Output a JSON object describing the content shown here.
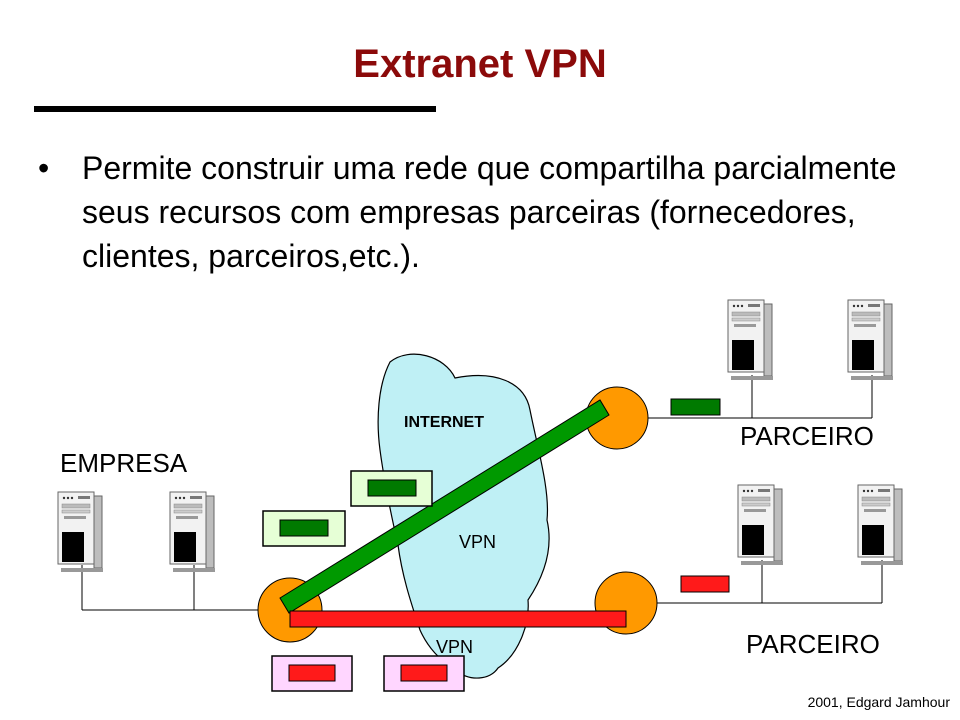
{
  "title": "Extranet VPN",
  "bullet": "Permite construir uma rede que compartilha parcialmente seus recursos com empresas parceiras (fornecedores, clientes, parceiros,etc.).",
  "labels": {
    "internet": "INTERNET",
    "empresa": "EMPRESA",
    "parceiro_top": "PARCEIRO",
    "parceiro_bottom": "PARCEIRO",
    "vpn_green": "VPN",
    "vpn_red": "VPN"
  },
  "footer": "2001, Edgard Jamhour",
  "colors": {
    "title": "#8b0a0a",
    "cloud": "#bff0f5",
    "router": "#ff9900",
    "tunnel_green": "#009900",
    "tunnel_red": "#ff1a1a",
    "packet_green_bg": "#e6ffd6",
    "packet_red_bg": "#ffd6ff"
  },
  "icons": {
    "server": "server-tower-icon",
    "router": "router-circle-icon"
  }
}
